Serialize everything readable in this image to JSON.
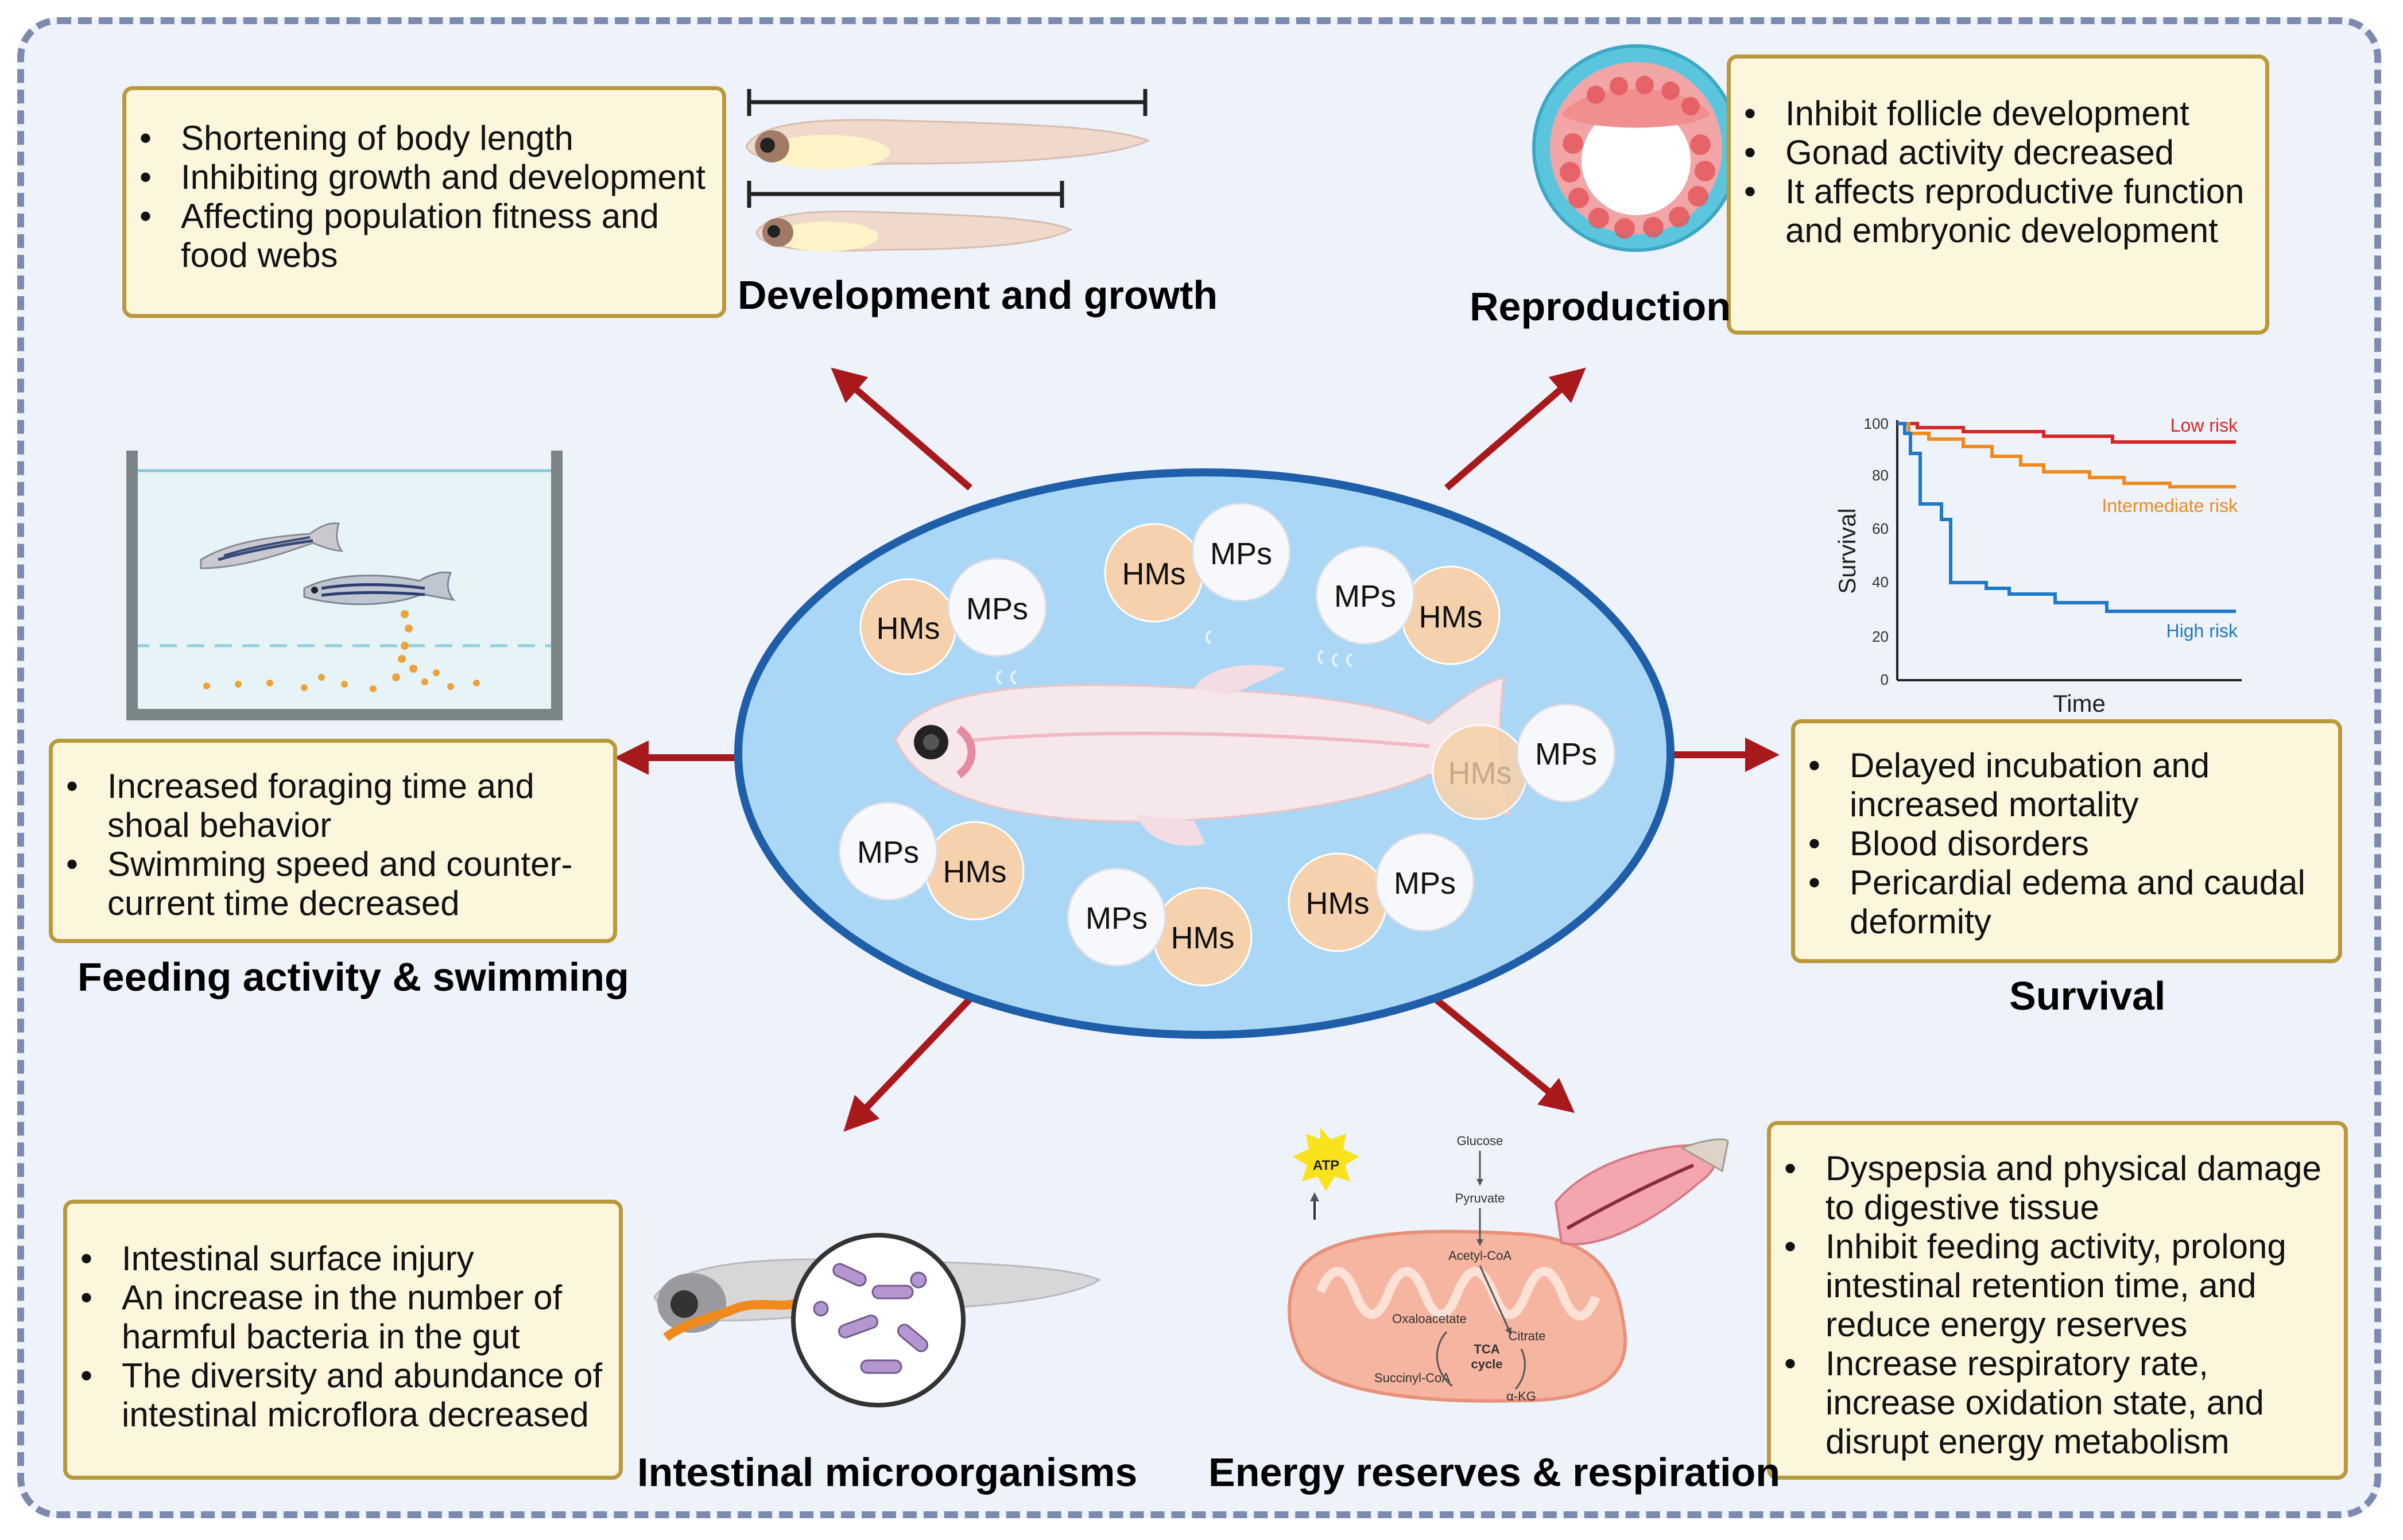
{
  "center": {
    "bubbles": [
      {
        "a": "HMs",
        "b": "MPs"
      },
      {
        "a": "HMs",
        "b": "MPs"
      },
      {
        "a": "MPs",
        "b": "HMs"
      },
      {
        "a": "HMs",
        "b": "MPs"
      },
      {
        "a": "MPs",
        "b": "HMs"
      },
      {
        "a": "MPs",
        "b": "HMs"
      },
      {
        "a": "HMs",
        "b": "MPs"
      }
    ]
  },
  "development": {
    "title": "Development and growth",
    "items": [
      "Shortening of body length",
      "Inhibiting growth and development",
      "Affecting population fitness and food webs"
    ]
  },
  "reproduction": {
    "title": "Reproduction",
    "items": [
      "Inhibit follicle development",
      "Gonad activity decreased",
      "It affects reproductive function and embryonic development"
    ]
  },
  "feeding": {
    "title": "Feeding activity & swimming",
    "items": [
      "Increased foraging time and shoal behavior",
      "Swimming speed and counter-current time decreased"
    ]
  },
  "survival": {
    "title": "Survival",
    "items": [
      "Delayed incubation and increased mortality",
      "Blood disorders",
      "Pericardial edema and caudal deformity"
    ]
  },
  "intestinal": {
    "title": "Intestinal microorganisms",
    "items": [
      "Intestinal surface injury",
      "An increase in the number of harmful bacteria in the gut",
      "The diversity and abundance of intestinal microflora decreased"
    ]
  },
  "energy": {
    "title": "Energy reserves & respiration",
    "items": [
      "Dyspepsia and physical damage to digestive tissue",
      "Inhibit feeding activity, prolong intestinal retention time, and reduce energy reserves",
      "Increase respiratory rate, increase oxidation state, and disrupt energy metabolism"
    ]
  },
  "tca": {
    "atp": "ATP",
    "glucose": "Glucose",
    "pyruvate": "Pyruvate",
    "acetylcoa": "Acetyl-CoA",
    "oxaloacetate": "Oxaloacetate",
    "citrate": "Citrate",
    "cycle1": "TCA",
    "cycle2": "cycle",
    "akg": "α-KG",
    "succinyl": "Succinyl-CoA"
  },
  "survival_chart": {
    "ylabel": "Survival",
    "xlabel": "Time",
    "yticks": [
      "100",
      "80",
      "60",
      "40",
      "20",
      "0"
    ],
    "series": [
      {
        "name": "Low risk",
        "color": "#d62828"
      },
      {
        "name": "Intermediate risk",
        "color": "#f08a1c"
      },
      {
        "name": "High risk",
        "color": "#1f78c8"
      }
    ]
  },
  "colors": {
    "arrow": "#a8191c",
    "ellipse_fill": "#a9d7f5",
    "ellipse_stroke": "#1f5ea8",
    "hm": "#f5d2ad",
    "mp": "#f7f8fb",
    "box_fill": "#fbf6dc",
    "box_border": "#b89a3c"
  }
}
